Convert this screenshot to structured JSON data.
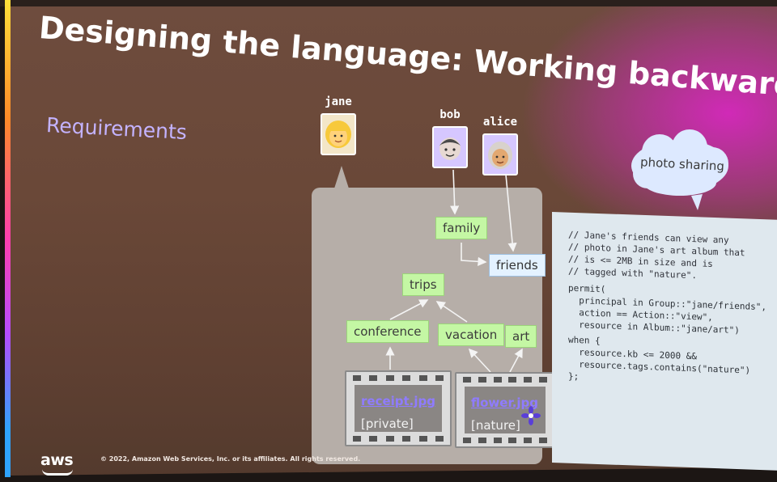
{
  "slide": {
    "title": "Designing the language: Working backwards",
    "subtitle": "Requirements"
  },
  "users": {
    "jane": "jane",
    "bob": "bob",
    "alice": "alice"
  },
  "groups": {
    "family": "family",
    "friends": "friends"
  },
  "albums": {
    "trips": "trips",
    "conference": "conference",
    "vacation": "vacation",
    "art": "art"
  },
  "photos": {
    "receipt_name": "receipt.jpg",
    "receipt_tag": "[private]",
    "flower_name": "flower.jpg",
    "flower_tag": "[nature]"
  },
  "cloud_label": "photo sharing",
  "code": {
    "c1": "// Jane's friends can view any",
    "c2": "// photo in Jane's art album that",
    "c3": "// is <= 2MB in size and is",
    "c4": "// tagged with \"nature\".",
    "l1": "permit(",
    "l2": "  principal in Group::\"jane/friends\",",
    "l3": "  action == Action::\"view\",",
    "l4": "  resource in Album::\"jane/art\")",
    "l5": "when {",
    "l6": "  resource.kb <= 2000 &&",
    "l7": "  resource.tags.contains(\"nature\")",
    "l8": "};"
  },
  "footer": {
    "logo": "aws",
    "copyright": "© 2022, Amazon Web Services, Inc. or its affiliates. All rights reserved."
  },
  "colors": {
    "album_green": "#c4f7a4",
    "group_blue": "#e4f2ff",
    "accent_magenta": "#d628be",
    "subtitle_lavender": "#c4b3ff"
  },
  "icons": [
    "jane-avatar-icon",
    "bob-avatar-icon",
    "alice-avatar-icon",
    "flower-icon",
    "cloud-icon",
    "aws-smile-icon"
  ]
}
